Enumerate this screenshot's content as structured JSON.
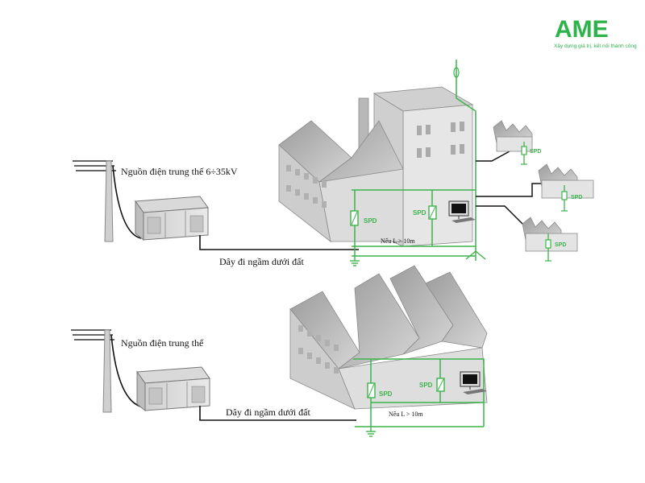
{
  "brand": {
    "name": "AME",
    "tagline": "Xây dựng giá trị, kết nối thành công",
    "accent": "#2db34a"
  },
  "diagram_top": {
    "source_label": "Nguồn điện trung thế 6÷35kV",
    "cable_label": "Dây đi ngầm dưới đất",
    "distance_label": "Nếu L > 10m",
    "spd_labels": [
      "SPD",
      "SPD",
      "SPD",
      "SPD",
      "SPD"
    ]
  },
  "diagram_bottom": {
    "source_label": "Nguồn điện trung thế",
    "cable_label": "Dây đi ngầm dưới đất",
    "distance_label": "Nếu L > 10m",
    "spd_labels": [
      "SPD",
      "SPD"
    ]
  },
  "colors": {
    "protection_line": "#3cb44b",
    "cable": "#111111",
    "building_light": "#e2e2e2",
    "building_mid": "#bdbdbd",
    "building_dark": "#8f8f8f"
  },
  "icons": [
    "power-pole-icon",
    "transformer-box-icon",
    "factory-icon",
    "computer-icon",
    "ground-icon",
    "lightning-rod-icon"
  ]
}
